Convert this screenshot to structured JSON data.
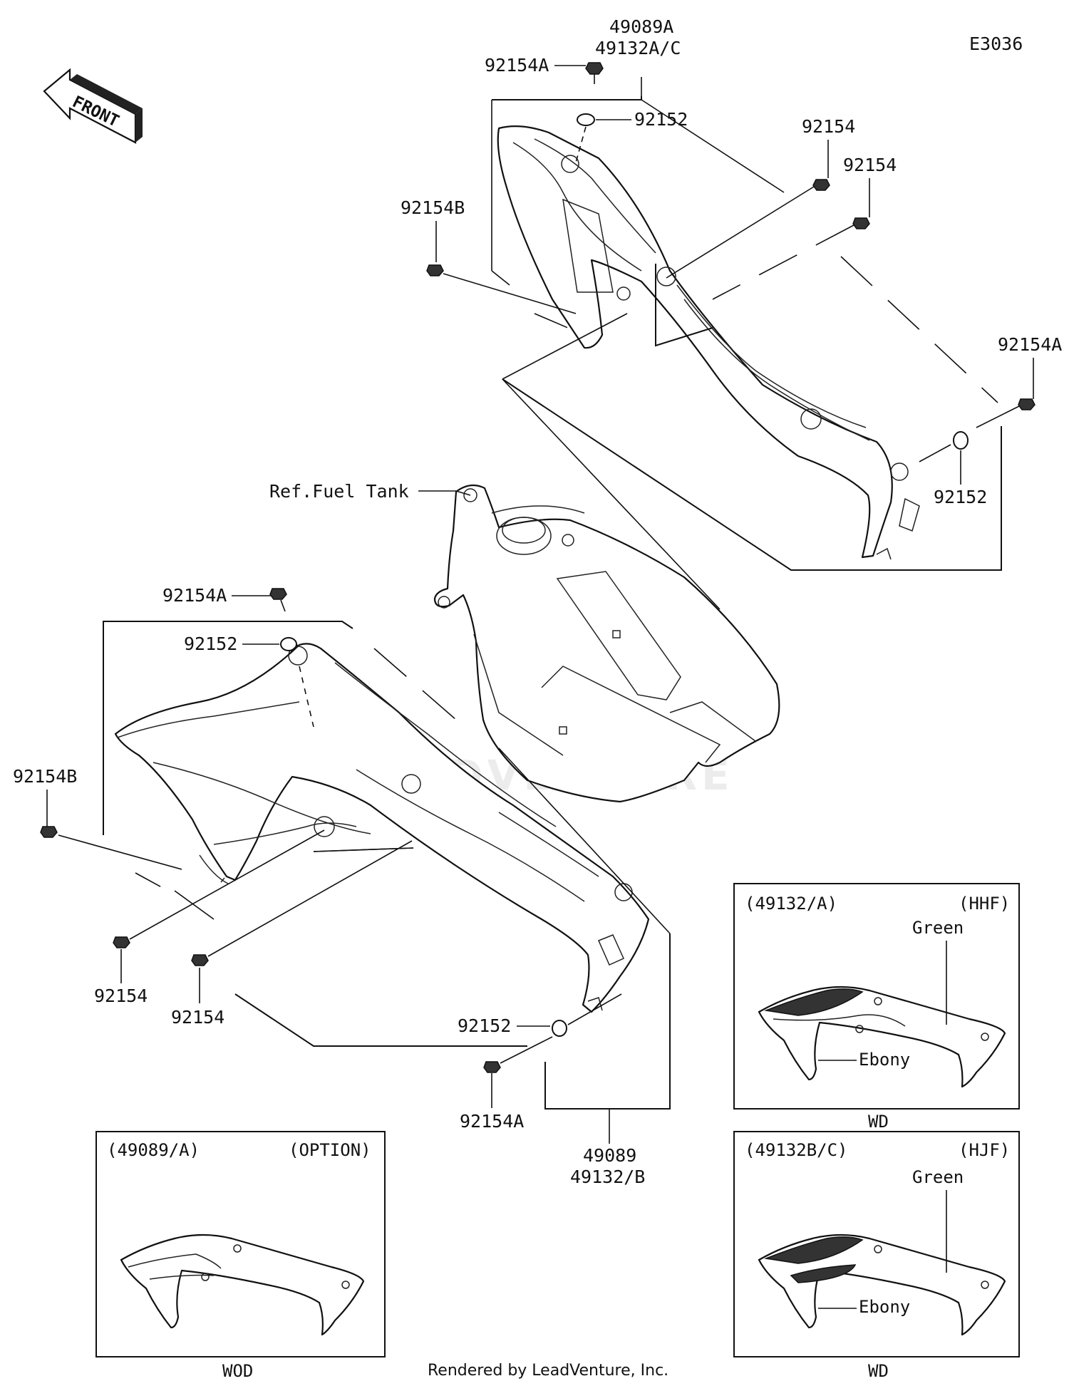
{
  "diagram_code": "E3036",
  "front_label": "FRONT",
  "ref_label": "Ref.Fuel Tank",
  "watermark": "LEADVENTURE",
  "footer": "Rendered by LeadVenture, Inc.",
  "labels": {
    "top_assembly_1": "49089A",
    "top_assembly_2": "49132A/C",
    "top_bolt_a": "92154A",
    "top_washer": "92152",
    "top_bolt_1": "92154",
    "top_bolt_2": "92154",
    "top_bolt_b": "92154B",
    "right_bolt_a": "92154A",
    "right_washer": "92152",
    "left_bolt_a": "92154A",
    "left_washer": "92152",
    "left_bolt_b": "92154B",
    "left_bolt_1": "92154",
    "left_bolt_2": "92154",
    "bottom_washer": "92152",
    "bottom_bolt_a": "92154A",
    "bottom_assembly_1": "49089",
    "bottom_assembly_2": "49132/B"
  },
  "insets": [
    {
      "part": "(49132/A)",
      "code": "(HHF)",
      "color_upper": "Green",
      "color_lower": "Ebony",
      "footer": "WD"
    },
    {
      "part": "(49132B/C)",
      "code": "(HJF)",
      "color_upper": "Green",
      "color_lower": "Ebony",
      "footer": "WD"
    },
    {
      "part": "(49089/A)",
      "code": "(OPTION)",
      "footer": "WOD"
    }
  ]
}
